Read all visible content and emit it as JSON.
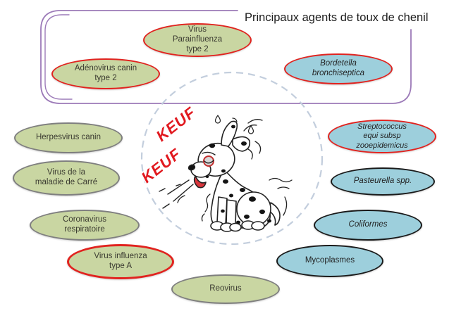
{
  "title": "Principaux agents de toux de chenil",
  "cough": {
    "line1": "KEUF",
    "line2": "KEUF"
  },
  "agents": [
    {
      "id": "parainfluenza",
      "lines": [
        "Virus",
        "Parainfluenza",
        "type 2"
      ],
      "category": "viral",
      "fill": "green",
      "border": "red",
      "italic": false
    },
    {
      "id": "adenovirus",
      "lines": [
        "Adénovirus canin",
        "type 2"
      ],
      "category": "viral",
      "fill": "green",
      "border": "red",
      "italic": false
    },
    {
      "id": "bordetella",
      "lines": [
        "Bordetella",
        "bronchiseptica"
      ],
      "category": "bacterial",
      "fill": "blue",
      "border": "red",
      "italic": true
    },
    {
      "id": "herpesvirus",
      "lines": [
        "Herpesvirus canin"
      ],
      "category": "viral",
      "fill": "green",
      "border": "gray",
      "italic": false
    },
    {
      "id": "carre",
      "lines": [
        "Virus de la",
        "maladie de Carré"
      ],
      "category": "viral",
      "fill": "green",
      "border": "gray",
      "italic": false
    },
    {
      "id": "coronavirus",
      "lines": [
        "Coronavirus",
        "respiratoire"
      ],
      "category": "viral",
      "fill": "green",
      "border": "gray",
      "italic": false
    },
    {
      "id": "influenza",
      "lines": [
        "Virus influenza",
        "type A"
      ],
      "category": "viral",
      "fill": "green",
      "border": "red",
      "italic": false
    },
    {
      "id": "reovirus",
      "lines": [
        "Reovirus"
      ],
      "category": "viral",
      "fill": "green",
      "border": "gray",
      "italic": false
    },
    {
      "id": "streptococcus",
      "lines": [
        "Streptococcus",
        "equi subsp",
        "zooepidemicus"
      ],
      "category": "bacterial",
      "fill": "blue",
      "border": "red",
      "italic": true
    },
    {
      "id": "pasteurella",
      "lines": [
        "Pasteurella spp."
      ],
      "category": "bacterial",
      "fill": "blue",
      "border": "black",
      "italic": true
    },
    {
      "id": "coliformes",
      "lines": [
        "Coliformes"
      ],
      "category": "bacterial",
      "fill": "blue",
      "border": "black",
      "italic": true
    },
    {
      "id": "mycoplasmes",
      "lines": [
        "Mycoplasmes"
      ],
      "category": "bacterial",
      "fill": "blue",
      "border": "black",
      "italic": false
    }
  ],
  "colors": {
    "viral_fill": "#c9d6a2",
    "bacterial_fill": "#9dcfdc",
    "highlight_border": "#e1231f",
    "gray_border": "#7f7f7f",
    "black_border": "#1a1a1a",
    "frame_purple": "#9c7ab8",
    "dashed_circle": "#c3cedd",
    "cough_text": "#e1191f"
  }
}
